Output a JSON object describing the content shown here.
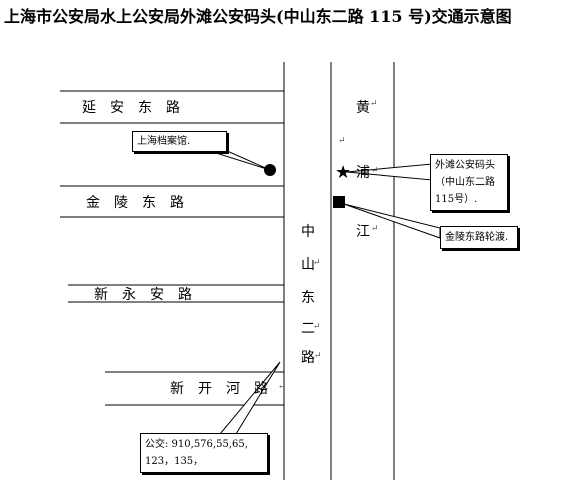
{
  "title": "上海市公安局水上公安局外滩公安码头(中山东二路 115 号)交通示意图",
  "roads": {
    "yanan": "延　安　东　路",
    "jinling": "金　陵　东　路",
    "xinyong": "新　永　安　路",
    "xinkai": "新　开　河　路"
  },
  "vertical_roads": {
    "zhongshan": [
      "中",
      "山",
      "东",
      "二",
      "路"
    ],
    "huangpu": [
      "黄",
      "浦",
      "江"
    ]
  },
  "callouts": {
    "archive": "上海档案馆.",
    "wharf": "外滩公安码头（中山东二路115号）.",
    "ferry": "金陵东路轮渡.",
    "bus": "公交: 910,576,55,65, 123，135，"
  },
  "paragraph_mark": "↵"
}
